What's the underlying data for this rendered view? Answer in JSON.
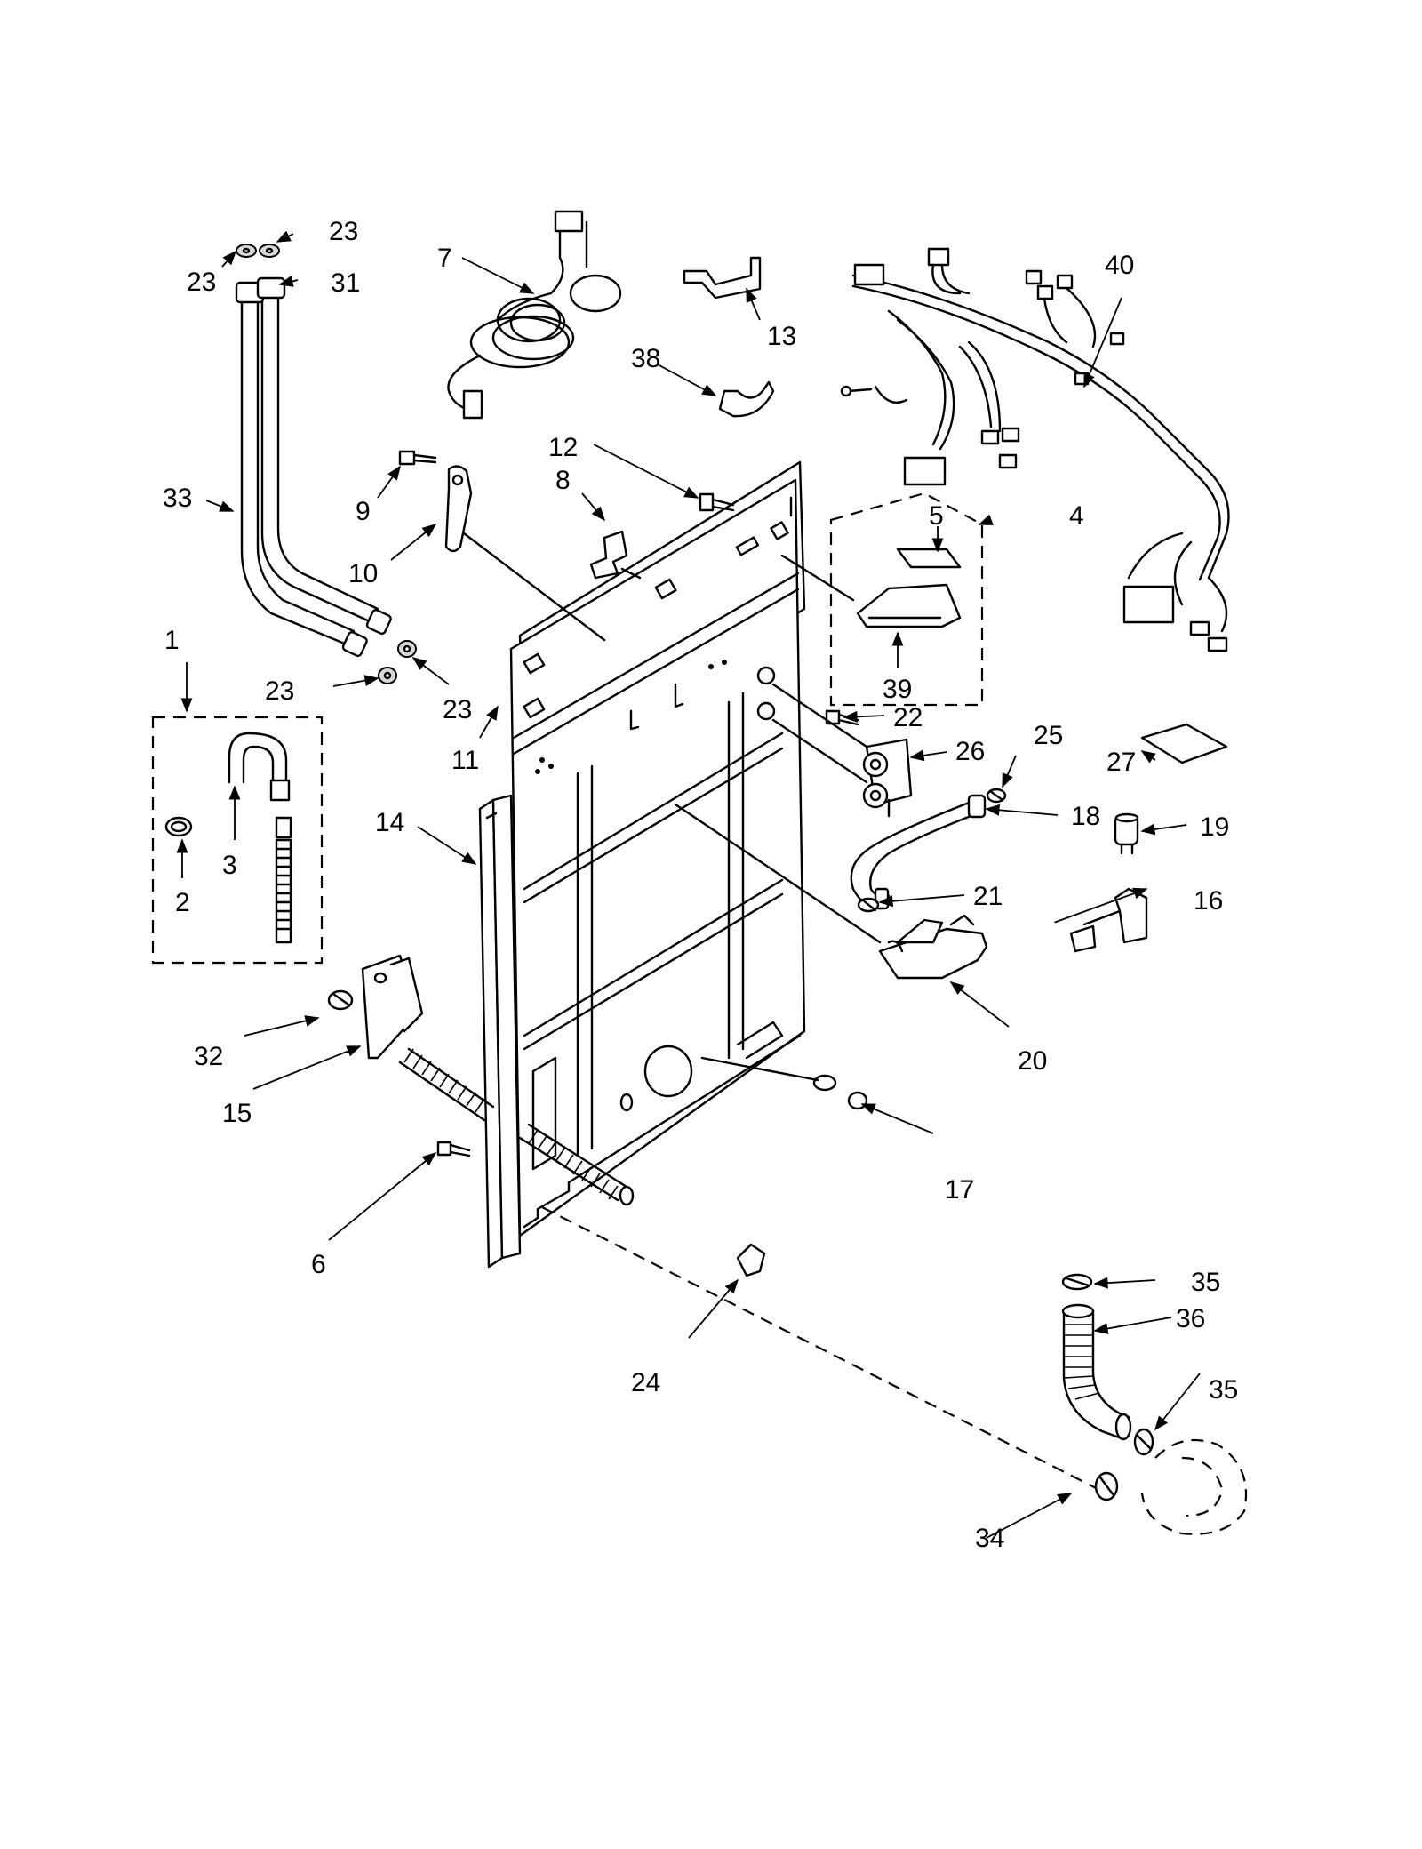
{
  "callouts": {
    "c1": "1",
    "c2": "2",
    "c3": "3",
    "c4": "4",
    "c5": "5",
    "c6": "6",
    "c7": "7",
    "c8": "8",
    "c9": "9",
    "c10": "10",
    "c11": "11",
    "c12": "12",
    "c13": "13",
    "c14": "14",
    "c15": "15",
    "c16": "16",
    "c17": "17",
    "c18": "18",
    "c19": "19",
    "c20": "20",
    "c21": "21",
    "c22": "22",
    "c23": "23",
    "c24": "24",
    "c25": "25",
    "c26": "26",
    "c27": "27",
    "c31": "31",
    "c32": "32",
    "c33": "33",
    "c34": "34",
    "c35": "35",
    "c36": "36",
    "c38": "38",
    "c39": "39",
    "c40": "40"
  }
}
